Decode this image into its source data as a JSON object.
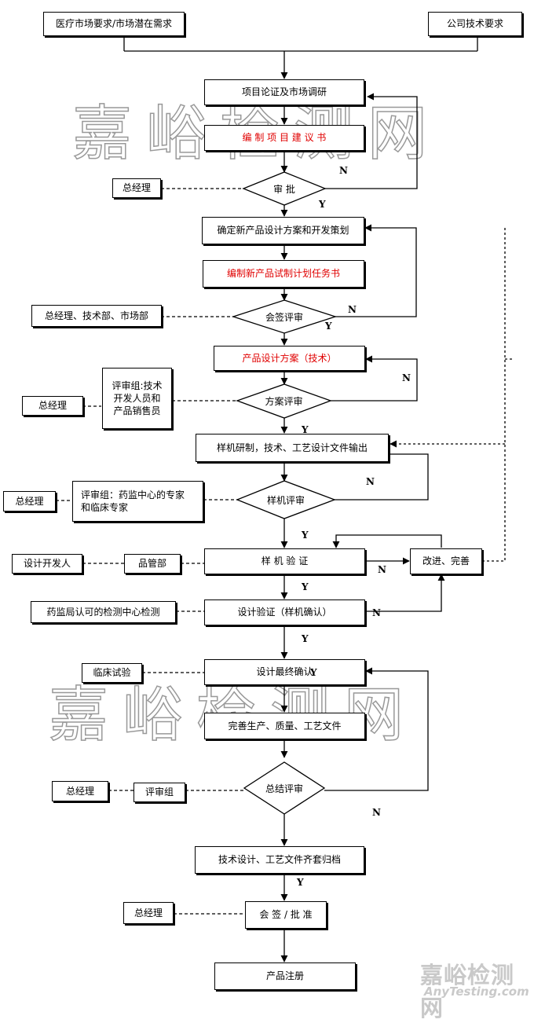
{
  "watermark": {
    "text": "嘉峪检测网"
  },
  "logo": {
    "cn": "嘉峪检测网",
    "en": "AnyTesting.com"
  },
  "inputs": {
    "market": "医疗市场要求/市场潜在需求",
    "company": "公司技术要求"
  },
  "steps": {
    "s1": "项目论证及市场调研",
    "s2": "编 制 项 目 建 议 书",
    "d1": "审    批",
    "s3": "确定新产品设计方案和开发策划",
    "s4": "编制新产品试制计划任务书",
    "d2": "会签评审",
    "s5": "产品设计方案（技术）",
    "d3": "方案评审",
    "s6": "样机研制，技术、工艺设计文件输出",
    "d4": "样机评审",
    "s7": "样      机      验      证",
    "improve": "改进、完善",
    "s8": "设计验证（样机确认）",
    "s9": "设计最终确认",
    "s10": "完善生产、质量、工艺文件",
    "d5": "总结评审",
    "s11": "技术设计、工艺文件齐套归档",
    "d6": "会 签 / 批 准",
    "s12": "产品注册"
  },
  "side": {
    "gm1": "总经理",
    "gm2": "总经理、技术部、市场部",
    "gm3": "总经理",
    "panel1": [
      "评审组:技术",
      "开发人员和",
      "产品销售员"
    ],
    "gm4": "总经理",
    "panel2": [
      "评审组：药监中心的专家",
      "和临床专家"
    ],
    "dev": "设计开发人",
    "qa": "品管部",
    "lab": "药监局认可的检测中心检测",
    "clinical": "临床试验",
    "gm5": "总经理",
    "panel3": "评审组",
    "gm6": "总经理"
  },
  "marks": {
    "yes": "Y",
    "no": "N"
  }
}
